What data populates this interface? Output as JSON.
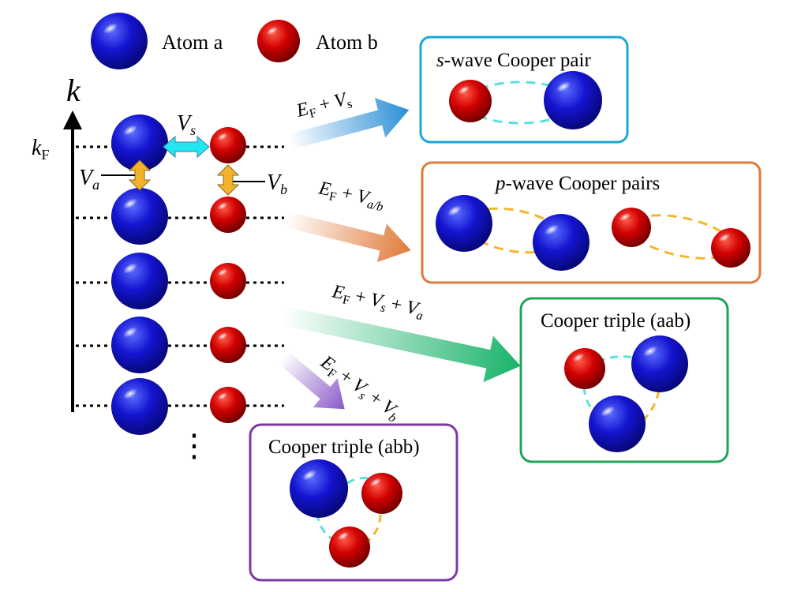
{
  "legend": {
    "atom_a": "Atom a",
    "atom_b": "Atom b"
  },
  "axis": {
    "k": "k",
    "kF_main": "k",
    "kF_sub": "F"
  },
  "potentials": {
    "Vs_main": "V",
    "Vs_sub": "s",
    "Va_main": "V",
    "Va_sub": "a",
    "Vb_main": "V",
    "Vb_sub": "b"
  },
  "arrows": {
    "s_wave": {
      "E": "E",
      "F": "F",
      "plus": " + ",
      "V": "V",
      "sub": "s"
    },
    "p_wave": {
      "E": "E",
      "F": "F",
      "plus": " + ",
      "V": "V",
      "sub": "a/b"
    },
    "aab": {
      "E": "E",
      "F": "F",
      "plus1": " + ",
      "V1": "V",
      "sub1": "s",
      "plus2": " + ",
      "V2": "V",
      "sub2": "a"
    },
    "abb": {
      "E": "E",
      "F": "F",
      "plus1": " + ",
      "V1": "V",
      "sub1": "s",
      "plus2": " + ",
      "V2": "V",
      "sub2": "b"
    }
  },
  "boxes": {
    "s_wave": {
      "title_ital": "s",
      "title_rest": "-wave Cooper pair",
      "color": "#1aa6d9"
    },
    "p_wave": {
      "title_ital": "p",
      "title_rest": "-wave Cooper pairs",
      "color": "#e07a3a"
    },
    "aab": {
      "title": "Cooper triple (aab)",
      "color": "#1fa556"
    },
    "abb": {
      "title": "Cooper triple (abb)",
      "color": "#7a3aa0"
    }
  },
  "colors": {
    "atom_a": "#1010c8",
    "atom_b": "#d40000",
    "cyan_arrow": "#22e6f0",
    "orange_arrow": "#f4b22a",
    "cyan_dash": "#5be0e0",
    "orange_dash": "#f2b72e"
  },
  "ellipsis": "⋮"
}
